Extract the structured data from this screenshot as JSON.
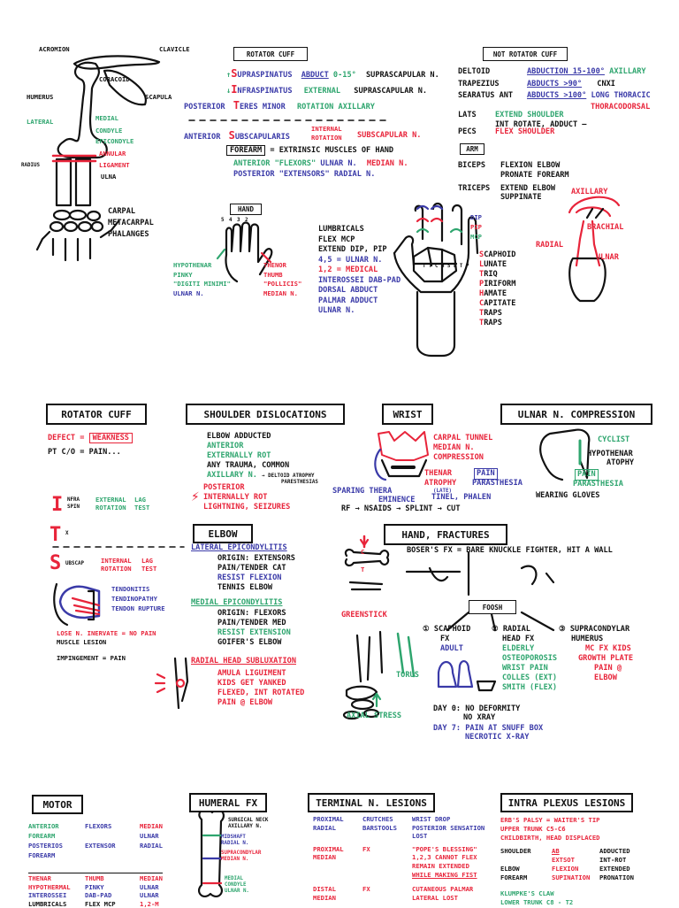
{
  "top": {
    "skeleton": [
      "ACROMION",
      "CLAVICLE",
      "CORACOID",
      "SCAPULA",
      "HUMERUS",
      "RADIUS",
      "ULNA",
      "CARPAL",
      "METACARPAL",
      "PHALANGES"
    ],
    "elbow": {
      "lateral": "LATERAL",
      "medial": "MEDIAL",
      "m1": "CONDYLE",
      "m2": "EPICONDYLE",
      "annular1": "ANNULAR",
      "annular2": "LIGAMENT"
    },
    "rc_title": "ROTATOR CUFF",
    "rc": [
      {
        "arrow": "↑",
        "letter": "S",
        "rest": "UPRASPINATUS",
        "action_pre": "",
        "action_u": "ABDUCT",
        "action_post": " 0-15°",
        "nerve": "SUPRASCAPULAR N."
      },
      {
        "arrow": "↓",
        "letter": "I",
        "rest": "NFRASPINATUS",
        "action": "EXTERNAL",
        "nerve": "SUPRASCAPULAR N."
      },
      {
        "pre": "POSTERIOR",
        "letter": "T",
        "rest": "ERES MINOR",
        "action": "ROTATION",
        "nerve": "AXILLARY"
      },
      {
        "pre": "ANTERIOR",
        "letter": "S",
        "rest": "UBSCAPULARIS",
        "action1": "INTERNAL",
        "action2": "ROTATION",
        "nerve": "SUBSCAPULAR N."
      }
    ],
    "forearm": {
      "label": "FOREARM",
      "rest": "= EXTRINSIC MUSCLES OF HAND",
      "l1a": "ANTERIOR \"FLEXORS\"",
      "l1b": "ULNAR N.",
      "l1c": "MEDIAN N.",
      "l2a": "POSTERIOR \"EXTENSORS\"",
      "l2b": "RADIAL N."
    },
    "nrc_title": "NOT ROTATOR CUFF",
    "nrc": [
      {
        "m": "DELTOID",
        "a": "ABDUCTION 15-100°",
        "n": "AXILLARY"
      },
      {
        "m": "TRAPEZIUS",
        "a": "ABDUCTS >90°",
        "n": "CNXI"
      },
      {
        "m": "SEARATUS ANT",
        "a": "ABDUCTS >100°",
        "n": "LONG THORACIC"
      },
      {
        "n2": "THORACODORSAL"
      },
      {
        "m": "LATS",
        "a": "EXTEND SHOULDER",
        "a2": "INT ROTATE, ADDUCT —"
      },
      {
        "m": "PECS",
        "a": "FLEX SHOULDER"
      }
    ],
    "arm": {
      "label": "ARM",
      "biceps": "BICEPS",
      "b1": "FLEXION ELBOW",
      "b2": "PRONATE FOREARM",
      "triceps": "TRICEPS",
      "t1": "EXTEND ELBOW",
      "t2": "SUPPINATE"
    },
    "hand_label": "HAND",
    "fingers": "5 4 3 2",
    "hypo": [
      "HYPOTHENAR",
      "PINKY",
      "\"DIGITI MINIMI\"",
      "ULNAR N."
    ],
    "thenor": [
      "THENOR",
      "THUMB",
      "\"POLLICIS\"",
      "MEDIAN N."
    ],
    "lumb": [
      "LUMBRICALS",
      "FLEX MCP",
      "EXTEND DIP, PIP",
      "4,5 = ULNAR N.",
      "1,2 = MEDICAL",
      "INTEROSSEI DAB-PAD",
      "DORSAL ABDUCT",
      "PALMAR ADDUCT",
      "ULNAR N."
    ],
    "joints": [
      "DIP",
      "PIP",
      "MCP"
    ],
    "carpals_letters": [
      "S",
      "L",
      "T",
      "P",
      "H",
      "C",
      "T",
      "T"
    ],
    "carpals_rest": [
      "CAPHOID",
      "UNATE",
      "RIQ",
      "IRIFORM",
      "AMATE",
      "APITATE",
      "RAPS",
      "RAPS"
    ],
    "carpal_bones_text": "T T C H S L T P",
    "arteries": [
      "AXILLARY",
      "BRACHIAL",
      "RADIAL",
      "ULNAR"
    ]
  },
  "mid": {
    "rc_title": "ROTATOR CUFF",
    "defect": "DEFECT =",
    "weakness": "WEAKNESS",
    "ptco": "PT C/O = PAIN...",
    "supra": [
      "③ SUPRACONDYLAR",
      "HUMERUS",
      "MC FX KIDS",
      "GROWTH PLATE",
      "PAIN @",
      "ELBOW"
    ],
    "infra": {
      "l": "I",
      "a": "NFRA",
      "b": "SPIN",
      "test1": "EXTERNAL",
      "test2": "ROTATION",
      "t3a": "LAG",
      "t3b": "TEST"
    },
    "teres": {
      "l": "T",
      "a": "X"
    },
    "subscap": {
      "l": "S",
      "a": "UBSCAP",
      "test1": "INTERNAL",
      "test2": "ROTATION",
      "t3a": "LAG",
      "t3b": "TEST"
    },
    "tendon": [
      "TENDONITIS",
      "TENDINOPATHY",
      "TENDON RUPTURE"
    ],
    "lose": [
      "LOSE N. INERVATE = NO PAIN",
      "MUSCLE LESION"
    ],
    "impinge": "IMPINGEMENT = PAIN",
    "sd_title": "SHOULDER DISLOCATIONS",
    "sd": [
      "ELBOW ADDUCTED",
      "ANTERIOR",
      "EXTERNALLY ROT",
      "ANY TRAUMA, COMMON",
      "AXILLARY N.",
      "→ DELTOID ATROPHY",
      "PARESTHESIAS",
      "POSTERIOR",
      "INTERNALLY ROT",
      "LIGHTNING, SEIZURES"
    ],
    "elbow_title": "ELBOW",
    "lat_epi": "LATERAL EPICONDYLITIS",
    "lat": [
      "ORIGIN: EXTENSORS",
      "PAIN/TENDER CAT",
      "RESIST FLEXION",
      "TENNIS ELBOW"
    ],
    "med_epi": "MEDIAL EPICONDYLITIS",
    "med": [
      "ORIGIN: FLEXORS",
      "PAIN/TENDER MED",
      "RESIST EXTENSION",
      "GOIFER'S ELBOW"
    ],
    "rhs": "RADIAL HEAD SUBLUXATION",
    "rhs_l": [
      "AMULA LIGUIMENT",
      "KIDS GET YANKED",
      "FLEXED, INT ROTATED",
      "PAIN @ ELBOW"
    ],
    "wrist_title": "WRIST",
    "wrist": [
      "CARPAL TUNNEL",
      "MEDIAN N.",
      "COMPRESSION"
    ],
    "thenar": [
      "THENAR",
      "ATROPHY"
    ],
    "pain": "PAIN",
    "parasthesia": "PARASTHESIA",
    "late": "(LATE)",
    "tinel": "TINEL, PHALEN",
    "sparing": [
      "SPARING THERA",
      "EMINENCE"
    ],
    "rf": "RF → NSAIDS → SPLINT → CUT",
    "ulnar_title": "ULNAR N. COMPRESSION",
    "cyclist": "CYCLIST",
    "hypo": [
      "HYPOTHENAR",
      "ATOPHY"
    ],
    "upain": "PAIN",
    "upar": "PARASTHESIA",
    "gloves": "WEARING GLOVES",
    "hf_title": "HAND, FRACTURES",
    "boxer": "BOSER'S FX = BARE KNUCKLE FIGHTER, HIT A WALL",
    "greenstick": "GREENSTICK",
    "torus": "TORUS",
    "axial": "AXIAL STRESS",
    "foosh": "FOOSH",
    "scaphoid": [
      "① SCAPHOID",
      "FX",
      "ADULT"
    ],
    "radial": [
      "② RADIAL",
      "HEAD FX",
      "ELDERLY",
      "OSTEOPOROSIS",
      "WRIST PAIN",
      "COLLES (EXT)",
      "SMITH (FLEX)"
    ],
    "day0": [
      "DAY 0: NO DEFORMITY",
      "NO XRAY"
    ],
    "day7": [
      "DAY 7: PAIN AT SNUFF BOX",
      "NECROTIC X-RAY"
    ],
    "ct": [
      "C",
      "T"
    ]
  },
  "bot": {
    "motor_title": "MOTOR",
    "motor": [
      [
        "ANTERIOR",
        "FLEXORS",
        "MEDIAN"
      ],
      [
        "FOREARM",
        "",
        "ULNAR"
      ],
      [
        "POSTERIOS",
        "EXTENSOR",
        "RADIAL"
      ],
      [
        "FOREARM",
        "",
        ""
      ]
    ],
    "motor2": [
      [
        "THENAR",
        "THUMB",
        "MEDIAN"
      ],
      [
        "HYPOTHERMAL",
        "PINKY",
        "ULNAR"
      ],
      [
        "INTEROSSEI",
        "DAB-PAD",
        "ULNAR"
      ],
      [
        "LUMBRICALS",
        "FLEX MCP",
        "1,2-M"
      ]
    ],
    "humfx_title": "HUMERAL FX",
    "humfx": [
      "SURGICAL NECK",
      "AXILLARY N.",
      "MIDSHAFT",
      "RADIAL N.",
      "SUPRACONDYLAR",
      "MEDIAN N.",
      "MEDIAL",
      "CONDYLE",
      "ULNAR N."
    ],
    "term_title": "TERMINAL N. LESIONS",
    "term": [
      {
        "a": "PROXIMAL",
        "b": "CRUTCHES",
        "c": "WRIST DROP"
      },
      {
        "a": "RADIAL",
        "b": "BARSTOOLS",
        "c": "POSTERIOR SENSATION"
      },
      {
        "a": "",
        "b": "",
        "c": "LOST"
      },
      {
        "a": "PROXIMAL",
        "b": "FX",
        "c": "\"POPE'S BLESSING\""
      },
      {
        "a": "MEDIAN",
        "b": "",
        "c": "1,2,3 CANNOT FLEX"
      },
      {
        "a": "",
        "b": "",
        "c": "REMAIN EXTENDED"
      },
      {
        "a": "",
        "b": "",
        "c": "WHILE MAKING FIST"
      },
      {
        "a": "DISTAL",
        "b": "FX",
        "c": "CUTANEOUS PALMAR"
      },
      {
        "a": "MEDIAN",
        "b": "",
        "c": "LATERAL LOST"
      }
    ],
    "intra_title": "INTRA PLEXUS LESIONS",
    "erb": [
      "ERB'S PALSY = WAITER'S TIP",
      "UPPER TRUNK C5-C6",
      "CHILDBIRTH, HEAD DISPLACED"
    ],
    "erbrows": [
      [
        "SHOULDER",
        "AB",
        "ADDUCTED"
      ],
      [
        "",
        "EXTSOT",
        "INT-ROT"
      ],
      [
        "ELBOW",
        "FLEXION",
        "EXTENDED"
      ],
      [
        "FOREARM",
        "SUPINATION",
        "PRONATION"
      ]
    ],
    "klump": [
      "KLUMPKE'S CLAW",
      "LOWER TRUNK   C8 - T2"
    ]
  },
  "colors": {
    "green": "#2ea56e",
    "red": "#e8243a",
    "blue": "#3a3aa8"
  }
}
